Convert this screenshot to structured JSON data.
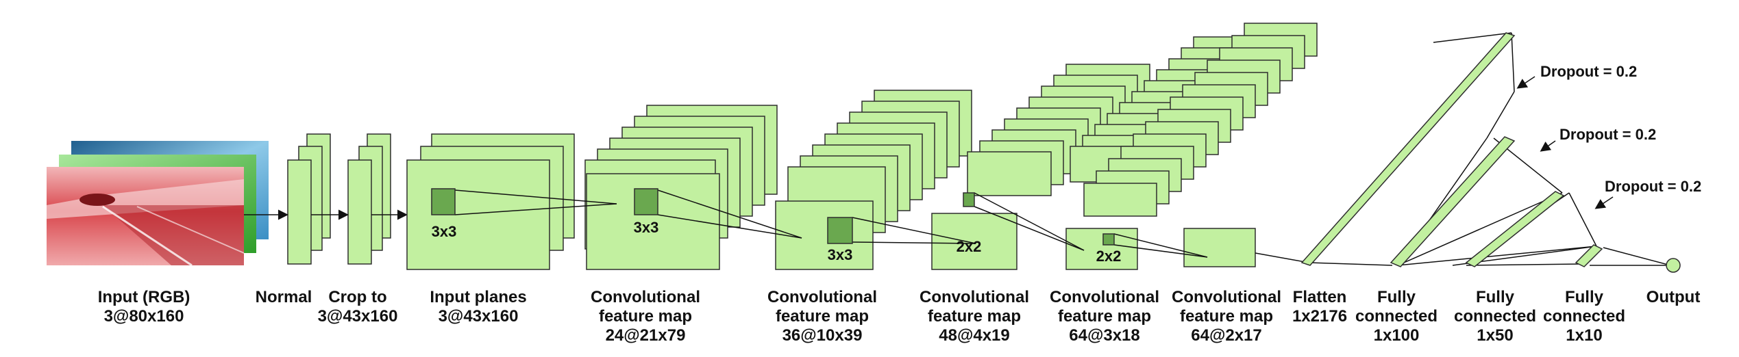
{
  "colors": {
    "fill": "#c2f0a0",
    "fill_back": "#b5e896",
    "stroke": "#2e2e2e",
    "kernel": "#6aa84f",
    "input_red": "#d9474d",
    "input_green": "#4fbf3a",
    "input_blue": "#3b8fc4"
  },
  "layers": [
    {
      "name": "Input (RGB)",
      "dims": "3@80x160"
    },
    {
      "name": "Normal",
      "dims": ""
    },
    {
      "name": "Crop to",
      "dims": "3@43x160"
    },
    {
      "name": "Input planes",
      "dims": "3@43x160"
    },
    {
      "name": "Convolutional feature map",
      "line1": "Convolutional",
      "line2": "feature map",
      "dims": "24@21x79"
    },
    {
      "name": "Convolutional feature map",
      "line1": "Convolutional",
      "line2": "feature map",
      "dims": "36@10x39"
    },
    {
      "name": "Convolutional feature map",
      "line1": "Convolutional",
      "line2": "feature map",
      "dims": "48@4x19"
    },
    {
      "name": "Convolutional feature map",
      "line1": "Convolutional",
      "line2": "feature map",
      "dims": "64@3x18"
    },
    {
      "name": "Convolutional feature map",
      "line1": "Convolutional",
      "line2": "feature map",
      "dims": "64@2x17"
    },
    {
      "name": "Flatten",
      "dims": "1x2176"
    },
    {
      "name": "Fully connected",
      "line1": "Fully",
      "line2": "connected",
      "dims": "1x100"
    },
    {
      "name": "Fully connected",
      "line1": "Fully",
      "line2": "connected",
      "dims": "1x50"
    },
    {
      "name": "Fully connected",
      "line1": "Fully",
      "line2": "connected",
      "dims": "1x10"
    },
    {
      "name": "Output",
      "dims": ""
    }
  ],
  "kernels": [
    "3x3",
    "3x3",
    "3x3",
    "2x2",
    "2x2"
  ],
  "dropouts": [
    "Dropout = 0.2",
    "Dropout = 0.2",
    "Dropout = 0.2"
  ]
}
